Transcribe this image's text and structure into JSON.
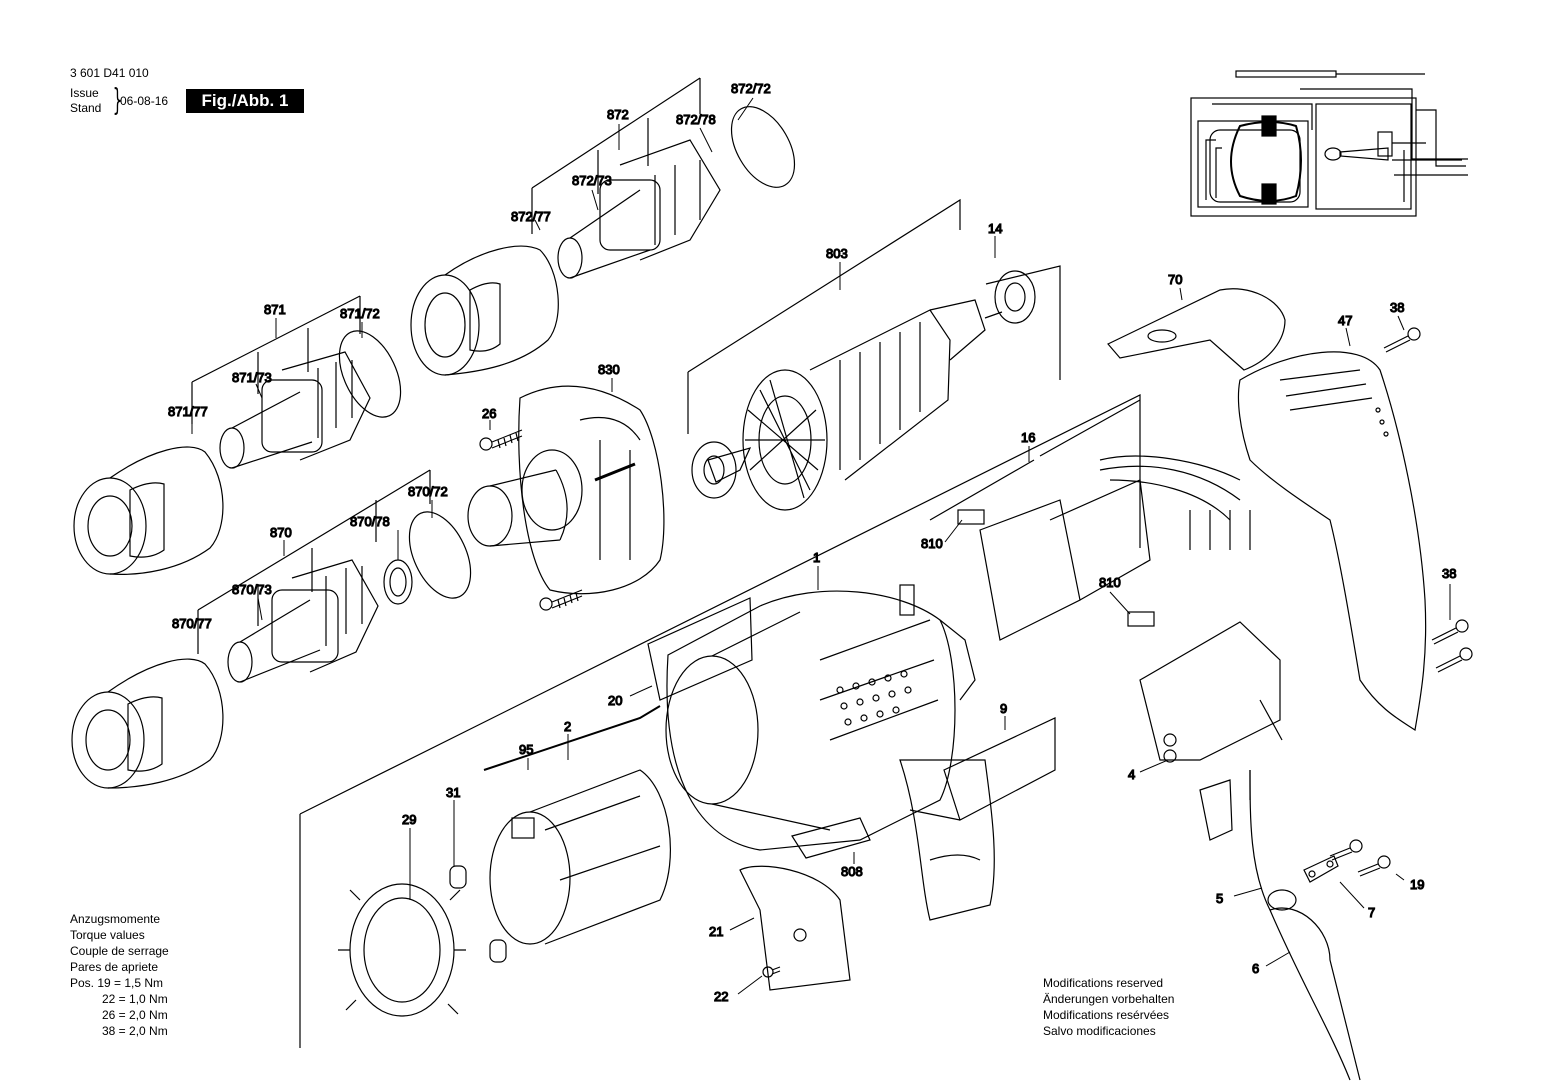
{
  "header": {
    "doc_number": "3 601 D41 010",
    "issue_label": "Issue",
    "stand_label": "Stand",
    "date": "06-08-16",
    "figure_label": "Fig./Abb. 1"
  },
  "torque": {
    "titles": [
      "Anzugsmomente",
      "Torque values",
      "Couple de serrage",
      "Pares de apriete"
    ],
    "first_value": "Pos. 19 = 1,5 Nm",
    "values": [
      "22 = 1,0 Nm",
      "26 = 2,0 Nm",
      "38 = 2,0 Nm"
    ]
  },
  "modifications": [
    "Modifications reserved",
    "Änderungen vorbehalten",
    "Modifications resérvées",
    "Salvo modificaciones"
  ],
  "part_labels": {
    "p1": "1",
    "p2": "2",
    "p4": "4",
    "p5": "5",
    "p6": "6",
    "p7": "7",
    "p9": "9",
    "p14": "14",
    "p16": "16",
    "p19": "19",
    "p20": "20",
    "p21": "21",
    "p22": "22",
    "p26": "26",
    "p29": "29",
    "p31": "31",
    "p38a": "38",
    "p38b": "38",
    "p47": "47",
    "p70": "70",
    "p95": "95",
    "p803": "803",
    "p808": "808",
    "p810a": "810",
    "p810b": "810",
    "p830": "830",
    "p870": "870",
    "p870_72": "870/72",
    "p870_73": "870/73",
    "p870_77": "870/77",
    "p870_78": "870/78",
    "p871": "871",
    "p871_72": "871/72",
    "p871_73": "871/73",
    "p871_77": "871/77",
    "p872": "872",
    "p872_72": "872/72",
    "p872_73": "872/73",
    "p872_77": "872/77",
    "p872_78": "872/78"
  }
}
